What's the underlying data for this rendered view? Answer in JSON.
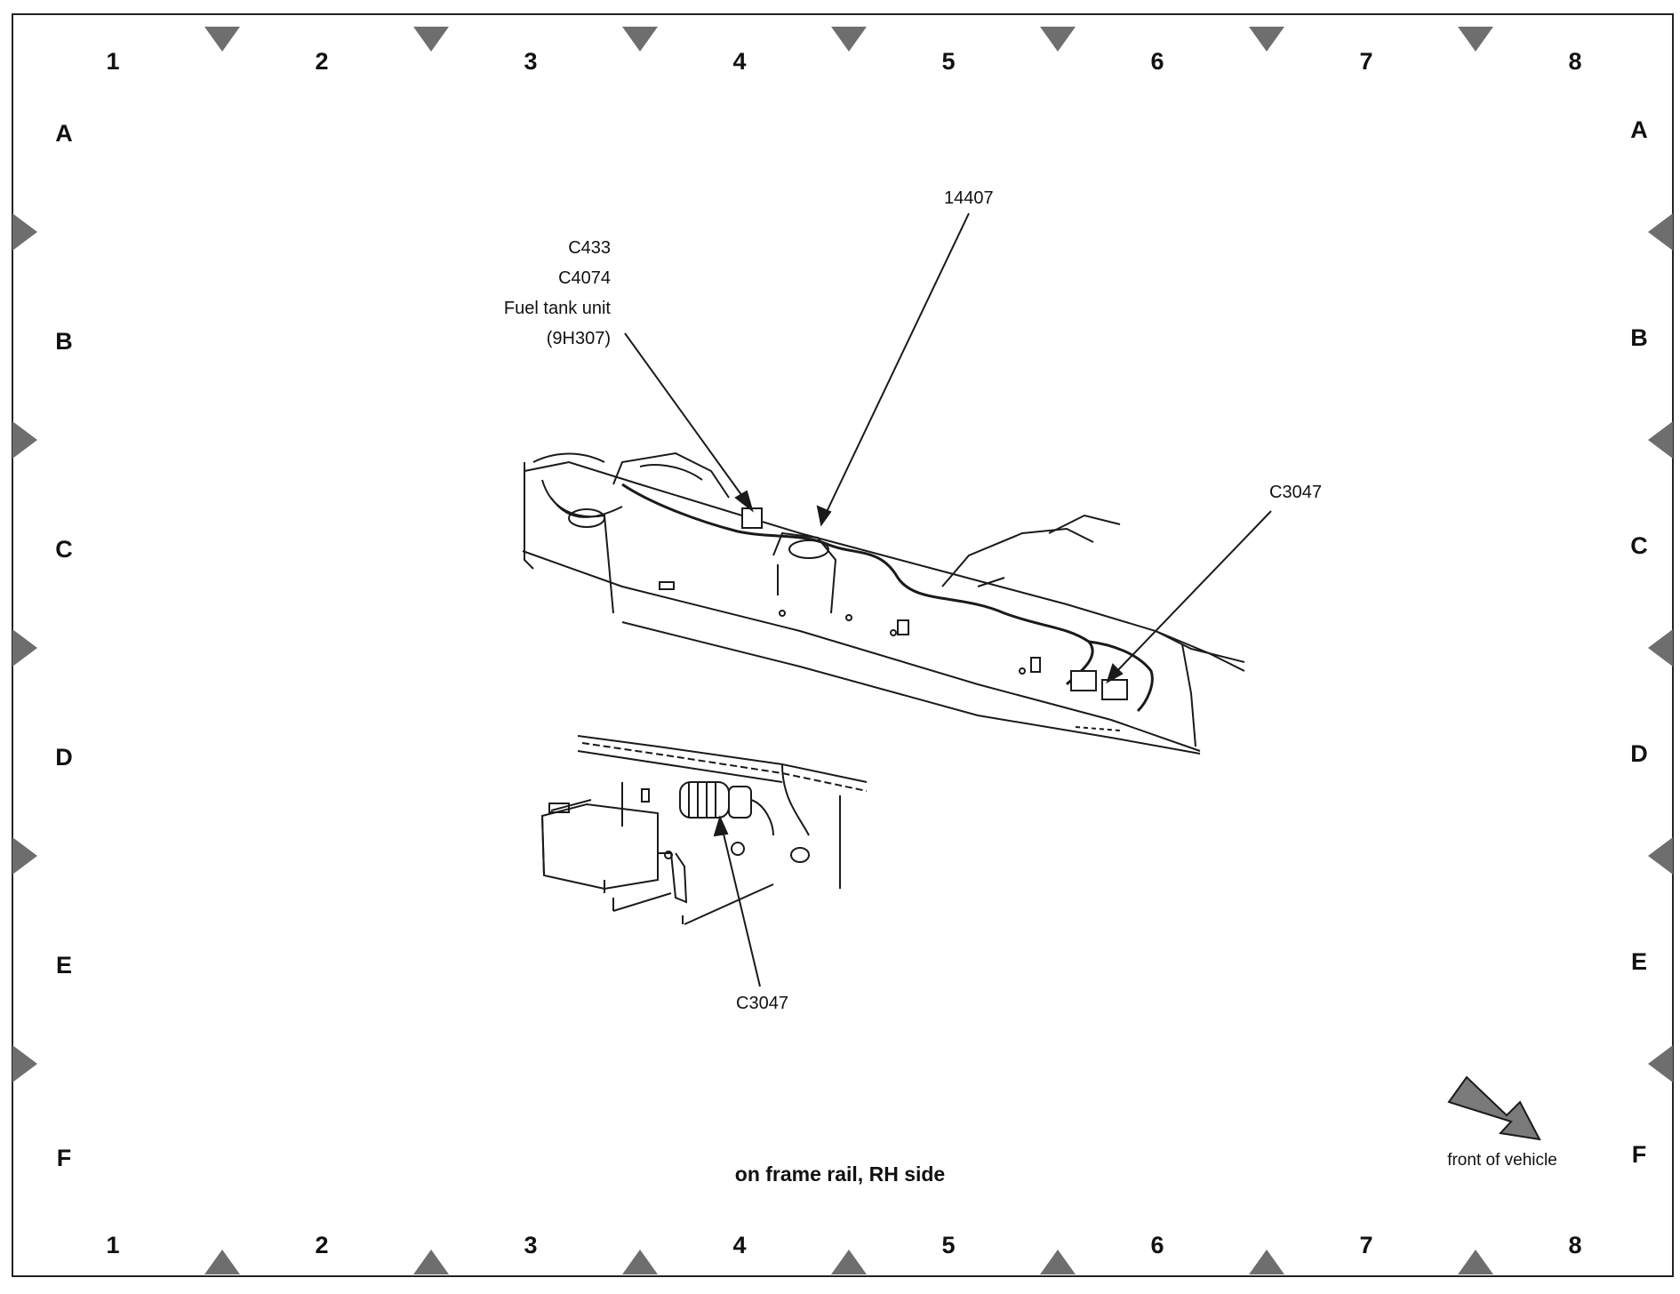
{
  "grid": {
    "columns": [
      "1",
      "2",
      "3",
      "4",
      "5",
      "6",
      "7",
      "8"
    ],
    "rows": [
      "A",
      "B",
      "C",
      "D",
      "E",
      "F"
    ]
  },
  "callouts": {
    "connector_group": [
      "C433",
      "C4074",
      "Fuel tank unit",
      "(9H307)"
    ],
    "harness": "14407",
    "connector_upper": "C3047",
    "connector_lower": "C3047"
  },
  "caption": "on frame rail, RH side",
  "orientation_label": "front of vehicle",
  "colors": {
    "line": "#1a1a1a",
    "marker_fill": "#6e6e6e",
    "arrow_fill": "#7a7a7a"
  }
}
